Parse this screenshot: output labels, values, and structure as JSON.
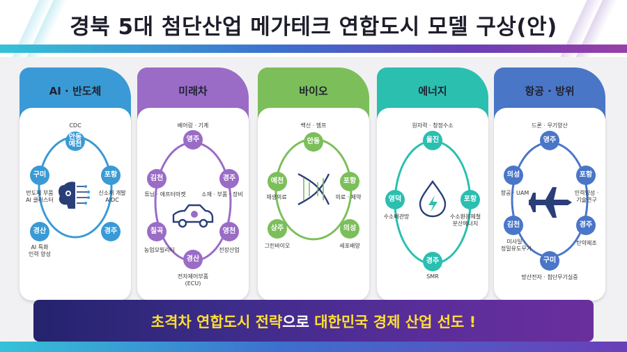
{
  "title": "경북 5대 첨단산업 메가테크 연합도시 모델 구상(안)",
  "colors": {
    "ai": "#3a9ad6",
    "car": "#9a6cc6",
    "bio": "#7cbf5a",
    "energy": "#2bbfb0",
    "aero": "#4a76c8",
    "banner_highlight": "#ffdf33"
  },
  "sectors": [
    {
      "key": "ai",
      "name": "AI · 반도체",
      "top_label": "CDC",
      "icon": "brain-chip-icon",
      "nodes": {
        "top": "안동\n예천",
        "right_top": "포항",
        "right_bottom": "경주",
        "left_bottom": "경산",
        "left_top": "구미"
      },
      "labels": {
        "left": "반도체 부품\nAI 클러스터",
        "right": "신소재 개발\nAIDC",
        "bottom": "AI 특화\n인력 양성"
      }
    },
    {
      "key": "car",
      "name": "미래차",
      "top_label": "베어링 · 기계",
      "icon": "electric-car-icon",
      "nodes": {
        "top": "영주",
        "right_top": "경주",
        "right_bottom": "영천",
        "bottom": "경산",
        "left_bottom": "칠곡",
        "left_top": "김천"
      },
      "labels": {
        "left_top": "튜닝 · 애프터마켓",
        "right_top": "소재 · 부품 · 장비",
        "left_bottom": "농업모빌리티",
        "right_bottom": "전장산업",
        "bottom": "전자제어부품\n(ECU)"
      }
    },
    {
      "key": "bio",
      "name": "바이오",
      "top_label": "백신 · 헴프",
      "icon": "dna-icon",
      "nodes": {
        "top": "안동",
        "right_top": "포항",
        "right_bottom": "의성",
        "left_bottom": "상주",
        "left_top": "예천"
      },
      "labels": {
        "left_top": "재생의료",
        "right_top": "의료 · 제약",
        "left_bottom": "그린바이오",
        "right_bottom": "세포배양"
      }
    },
    {
      "key": "energy",
      "name": "에너지",
      "top_label": "원자력 · 청정수소",
      "icon": "energy-drop-icon",
      "nodes": {
        "top": "울진",
        "right": "포항",
        "bottom": "경주",
        "left": "영덕"
      },
      "labels": {
        "left": "수소배관망",
        "right": "수소환원제철\n분산에너지",
        "bottom": "SMR"
      }
    },
    {
      "key": "aero",
      "name": "항공 · 방위",
      "top_label": "드론 · 무기양산",
      "icon": "fighter-jet-icon",
      "nodes": {
        "top": "영주",
        "right_top": "포항",
        "right_bottom": "경주",
        "bottom": "구미",
        "left_bottom": "김천",
        "left_top": "의성"
      },
      "labels": {
        "left_top": "항공 · UAM",
        "right_top": "인력양성 ·\n기술연구",
        "left_bottom": "미사일 ·\n정밀유도무기",
        "right_bottom": "탄약제조",
        "bottom": "방산전자 · 첨단무기실증"
      }
    }
  ],
  "banner": {
    "part1": "초격차 연합도시 전략",
    "part2": "으로",
    "part3": "대한민국 경제 산업 선도 !"
  }
}
